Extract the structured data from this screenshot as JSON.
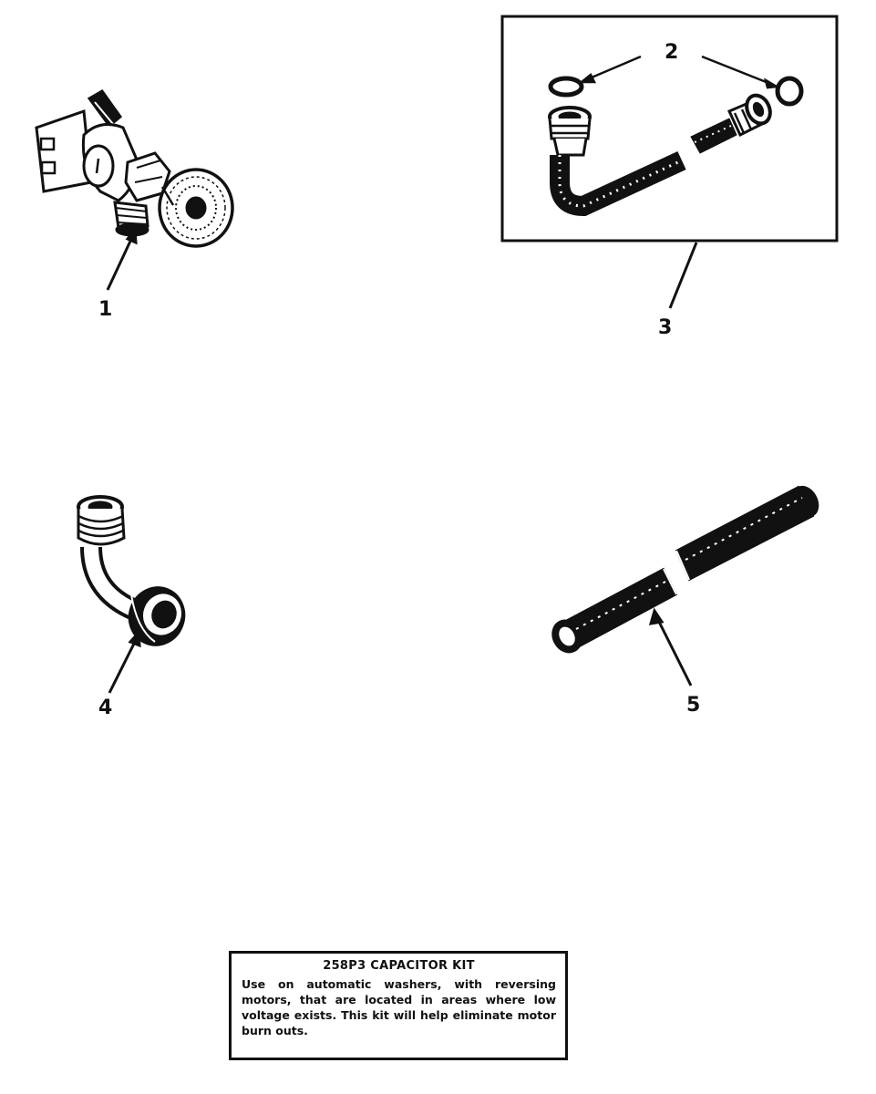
{
  "callouts": {
    "part_1": "1",
    "part_2": "2",
    "part_3": "3",
    "part_4": "4",
    "part_5": "5"
  },
  "note": {
    "title": "258P3 CAPACITOR KIT",
    "body": "Use on automatic washers, with reversing motors, that are located in areas where low voltage exists. This kit will help eliminate motor burn outs."
  },
  "colors": {
    "ink": "#111111",
    "background": "#ffffff"
  }
}
